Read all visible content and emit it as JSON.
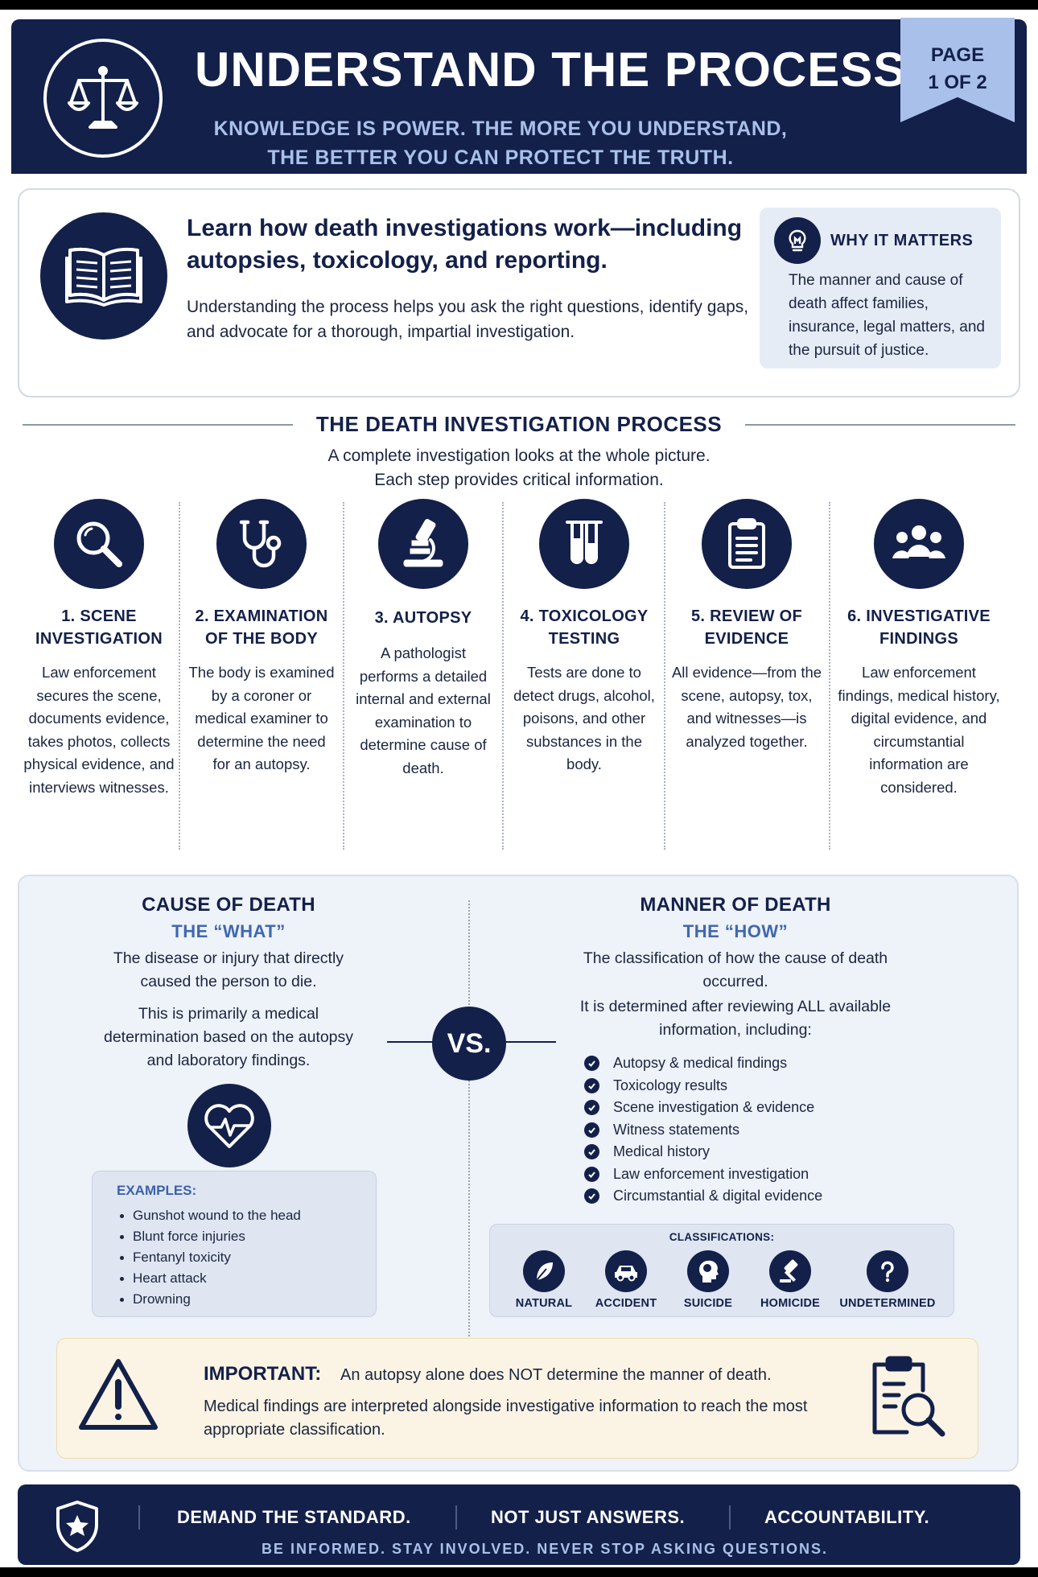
{
  "header": {
    "title": "UNDERSTAND THE PROCESS",
    "subtitle_line1": "KNOWLEDGE IS POWER. THE MORE YOU UNDERSTAND,",
    "subtitle_line2": "THE BETTER YOU CAN PROTECT THE TRUTH.",
    "page_tag_line1": "PAGE",
    "page_tag_line2": "1 OF 2",
    "icon": "scales-of-justice-icon"
  },
  "intro": {
    "heading": "Learn how death investigations work—including autopsies, toxicology, and reporting.",
    "body": "Understanding the process helps you ask the right questions, identify gaps, and advocate for a thorough, impartial investigation.",
    "icon": "open-book-icon",
    "why": {
      "title": "WHY IT MATTERS",
      "body": "The manner and cause of death affect families, insurance, legal matters, and the pursuit of justice.",
      "icon": "lightbulb-icon"
    }
  },
  "process": {
    "title": "THE DEATH INVESTIGATION PROCESS",
    "subtitle_line1": "A complete investigation looks at the whole picture.",
    "subtitle_line2": "Each step provides critical information.",
    "steps": [
      {
        "title_line1": "1. SCENE",
        "title_line2": "INVESTIGATION",
        "body": "Law enforcement secures the scene, documents evidence, takes photos, collects physical evidence, and interviews witnesses.",
        "icon": "magnifier-icon"
      },
      {
        "title_line1": "2. EXAMINATION",
        "title_line2": "OF THE BODY",
        "body": "The body is examined by a coroner or medical examiner to determine the need for an autopsy.",
        "icon": "stethoscope-icon"
      },
      {
        "title_line1": "3. AUTOPSY",
        "title_line2": "",
        "body": "A pathologist performs a detailed internal and external examination to determine cause of death.",
        "icon": "microscope-icon"
      },
      {
        "title_line1": "4. TOXICOLOGY",
        "title_line2": "TESTING",
        "body": "Tests are done to detect drugs, alcohol, poisons, and other substances in the body.",
        "icon": "test-tubes-icon"
      },
      {
        "title_line1": "5. REVIEW OF",
        "title_line2": "EVIDENCE",
        "body": "All evidence—from the scene, autopsy, tox, and witnesses—is analyzed together.",
        "icon": "clipboard-icon"
      },
      {
        "title_line1": "6. INVESTIGATIVE",
        "title_line2": "FINDINGS",
        "body": "Law enforcement findings, medical history, digital evidence, and circumstantial information are considered.",
        "icon": "group-icon"
      }
    ]
  },
  "cause": {
    "title": "CAUSE OF DEATH",
    "tag": "THE “WHAT”",
    "body1": "The disease or injury that directly caused the person to die.",
    "body2": "This is primarily a medical determination based on the autopsy and laboratory findings.",
    "icon": "heart-pulse-icon",
    "examples_title": "EXAMPLES:",
    "examples": [
      "Gunshot wound to the head",
      "Blunt force injuries",
      "Fentanyl toxicity",
      "Heart attack",
      "Drowning"
    ]
  },
  "vs": "VS.",
  "manner": {
    "title": "MANNER OF DEATH",
    "tag": "THE “HOW”",
    "body1": "The classification of how the cause of death occurred.",
    "body2": "It is determined after reviewing ALL available information, including:",
    "checks": [
      "Autopsy & medical findings",
      "Toxicology results",
      "Scene investigation & evidence",
      "Witness statements",
      "Medical history",
      "Law enforcement investigation",
      "Circumstantial & digital evidence"
    ],
    "classifications_title": "CLASSIFICATIONS:",
    "classifications": [
      {
        "label": "NATURAL",
        "icon": "leaf-icon"
      },
      {
        "label": "ACCIDENT",
        "icon": "car-icon"
      },
      {
        "label": "SUICIDE",
        "icon": "head-icon"
      },
      {
        "label": "HOMICIDE",
        "icon": "gavel-icon"
      },
      {
        "label": "UNDETERMINED",
        "icon": "question-icon"
      }
    ]
  },
  "important": {
    "label": "IMPORTANT:",
    "line1": "An autopsy alone does NOT determine the manner of death.",
    "line2": "Medical findings are interpreted alongside investigative information to reach the most appropriate classification.",
    "icon_left": "warning-icon",
    "icon_right": "clipboard-search-icon"
  },
  "footer": {
    "item1": "DEMAND THE STANDARD.",
    "item2": "NOT JUST ANSWERS.",
    "item3": "ACCOUNTABILITY.",
    "tagline": "BE INFORMED. STAY INVOLVED. NEVER STOP ASKING QUESTIONS.",
    "icon": "shield-star-icon"
  },
  "colors": {
    "navy": "#13204a",
    "light_blue": "#a9c1ea",
    "accent_blue": "#4067ad",
    "panel": "#eef2f9",
    "important_bg": "#fbf4e4"
  }
}
